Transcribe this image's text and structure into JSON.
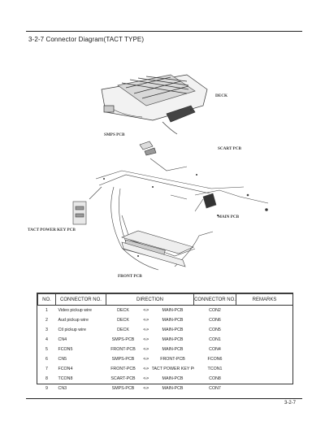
{
  "title": "3-2-7 Connector Diagram(TACT TYPE)",
  "labels": {
    "deck": "DECK",
    "smps": "SMPS PCB",
    "scart": "SCART PCB",
    "main": "MAIN PCB",
    "tact": "TACT POWER KEY PCB",
    "front": "FRONT PCB"
  },
  "table": {
    "headers": [
      "NO.",
      "CONNECTOR NO.",
      "DIRECTION",
      "CONNECTOR NO.",
      "REMARKS"
    ],
    "rows": [
      {
        "no": "1",
        "c1": "Video pickup wire",
        "from": "DECK",
        "arrow": "<->",
        "to": "MAIN-PCB",
        "c2": "CON2",
        "rem": ""
      },
      {
        "no": "2",
        "c1": "Aud pickup wire",
        "from": "DECK",
        "arrow": "<->",
        "to": "MAIN-PCB",
        "c2": "CON6",
        "rem": ""
      },
      {
        "no": "3",
        "c1": "Ctl pickup wire",
        "from": "DECK",
        "arrow": "<->",
        "to": "MAIN-PCB",
        "c2": "CON5",
        "rem": ""
      },
      {
        "no": "4",
        "c1": "CN4",
        "from": "SMPS-PCB",
        "arrow": "<->",
        "to": "MAIN-PCB",
        "c2": "CON1",
        "rem": ""
      },
      {
        "no": "5",
        "c1": "FCON5",
        "from": "FRONT-PCB",
        "arrow": "<->",
        "to": "MAIN-PCB",
        "c2": "CON4",
        "rem": ""
      },
      {
        "no": "6",
        "c1": "CN5",
        "from": "SMPS-PCB",
        "arrow": "<->",
        "to": "FRONT-PCB",
        "c2": "FCON6",
        "rem": ""
      },
      {
        "no": "7",
        "c1": "FCON4",
        "from": "FRONT-PCB",
        "arrow": "<->",
        "to": "TACT POWER KEY PCB",
        "c2": "TCON1",
        "rem": ""
      },
      {
        "no": "8",
        "c1": "TCON8",
        "from": "SCART-PCB",
        "arrow": "<->",
        "to": "MAIN-PCB",
        "c2": "CON8",
        "rem": ""
      },
      {
        "no": "9",
        "c1": "CN3",
        "from": "SMPS-PCB",
        "arrow": "<->",
        "to": "MAIN-PCB",
        "c2": "CON7",
        "rem": ""
      }
    ]
  },
  "page_number": "3-2-7"
}
